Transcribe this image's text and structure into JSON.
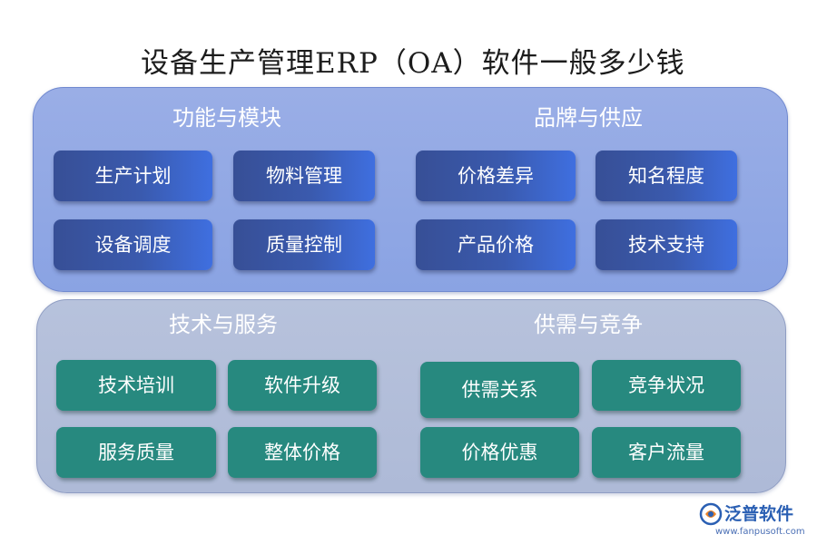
{
  "title": "设备生产管理ERP（OA）软件一般多少钱",
  "top_panel": {
    "left_group": {
      "title": "功能与模块",
      "items": [
        "生产计划",
        "物料管理",
        "设备调度",
        "质量控制"
      ]
    },
    "right_group": {
      "title": "品牌与供应",
      "items": [
        "价格差异",
        "知名程度",
        "产品价格",
        "技术支持"
      ]
    }
  },
  "bottom_panel": {
    "left_group": {
      "title": "技术与服务",
      "items": [
        "技术培训",
        "软件升级",
        "服务质量",
        "整体价格"
      ]
    },
    "right_group": {
      "title": "供需与竞争",
      "items": [
        "供需关系",
        "竞争状况",
        "价格优惠",
        "客户流量"
      ]
    }
  },
  "logo": {
    "name": "泛普软件",
    "url": "www.fanpusoft.com",
    "icon": "fanpu-logo-icon"
  },
  "colors": {
    "top_panel": "#8aa3e3",
    "bottom_panel": "#aebad7",
    "blue_button": "#3a5aae",
    "teal_button": "#27897f",
    "brand": "#2a5fb3"
  }
}
